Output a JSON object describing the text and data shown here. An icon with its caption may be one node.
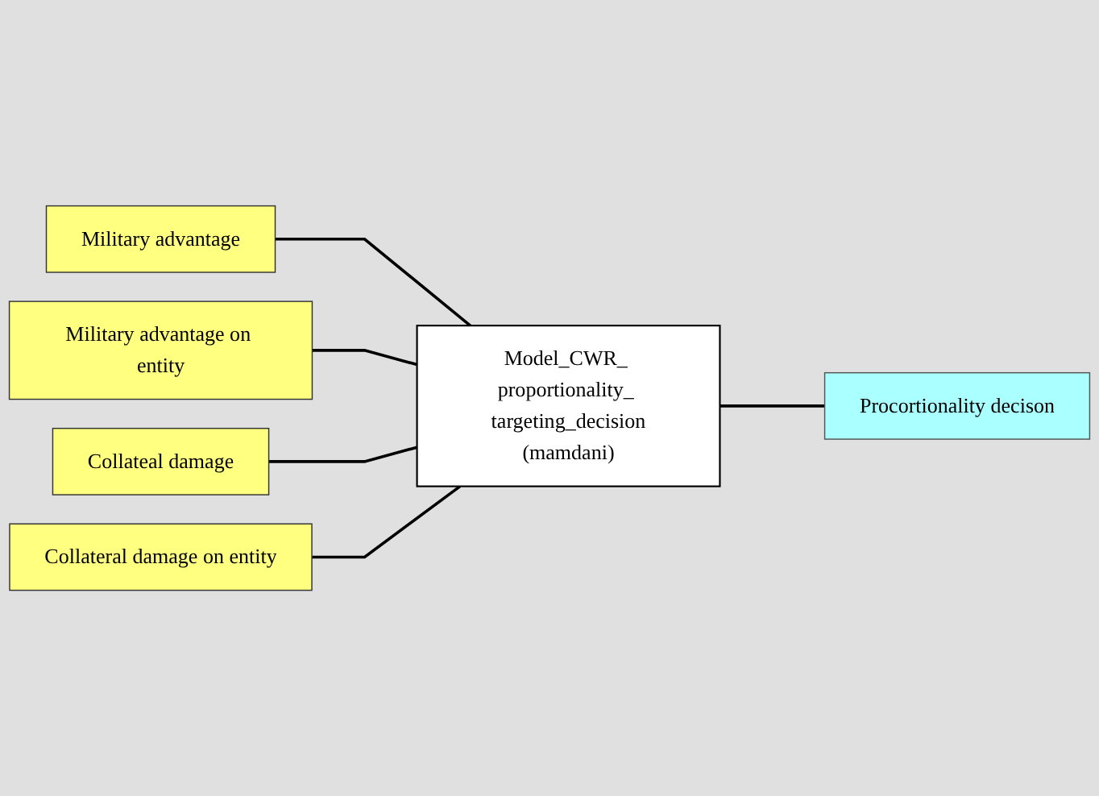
{
  "diagram": {
    "nodes": [
      {
        "text": [
          "Military advantage"
        ]
      },
      {
        "text": [
          "Military advantage on entity"
        ]
      },
      {
        "text": [
          "Collateal damage"
        ]
      },
      {
        "text": [
          "Collateral damage on entity"
        ]
      },
      {
        "text": [
          "Model_CWR_ proportionality_ targeting_decision",
          "(mamdani)"
        ]
      },
      {
        "text": [
          "Procortionality decison"
        ]
      }
    ],
    "edges": [
      {
        "from": 0,
        "to": 4,
        "arrow": "none"
      },
      {
        "from": 1,
        "to": 4,
        "arrow": "none"
      },
      {
        "from": 2,
        "to": 4,
        "arrow": "none"
      },
      {
        "from": 3,
        "to": 4,
        "arrow": "none"
      },
      {
        "from": 4,
        "to": 5,
        "arrow": "none"
      }
    ]
  }
}
